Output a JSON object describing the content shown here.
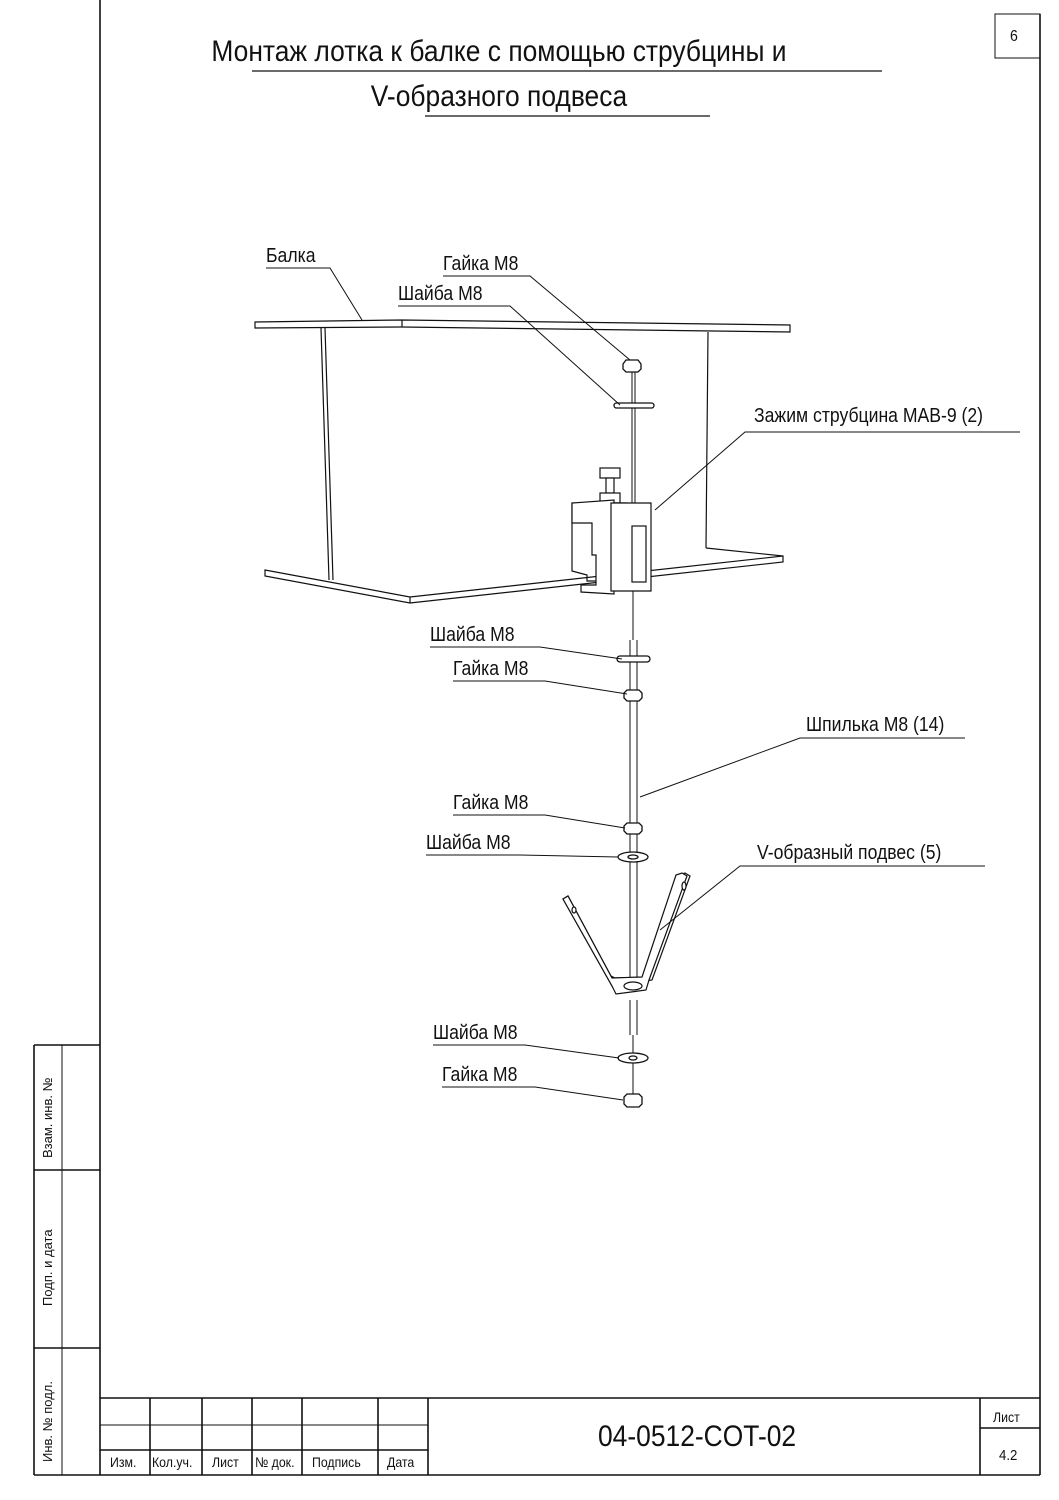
{
  "sheet_number": "6",
  "title": {
    "line1": "Монтаж лотка к балке с помощью струбцины и",
    "line2": "V-образного подвеса"
  },
  "labels": {
    "beam": "Балка",
    "nut_top": "Гайка М8",
    "washer_top": "Шайба М8",
    "clamp": "Зажим струбцина MAB-9 (2)",
    "washer_2": "Шайба М8",
    "nut_2": "Гайка М8",
    "stud": "Шпилька М8 (14)",
    "nut_3": "Гайка М8",
    "washer_3": "Шайба М8",
    "v_hanger": "V-образный подвес (5)",
    "washer_bottom": "Шайба М8",
    "nut_bottom": "Гайка М8"
  },
  "side_strip": {
    "replace_inv": "Взам. инв. №",
    "sign_date": "Подп. и дата",
    "inv_orig": "Инв. № подл."
  },
  "title_block": {
    "columns": [
      "Изм.",
      "Кол.уч.",
      "Лист",
      "№ док.",
      "Подпись",
      "Дата"
    ],
    "doc_code": "04-0512-COT-02",
    "sheet_label": "Лист",
    "sheet_value": "4.2"
  }
}
